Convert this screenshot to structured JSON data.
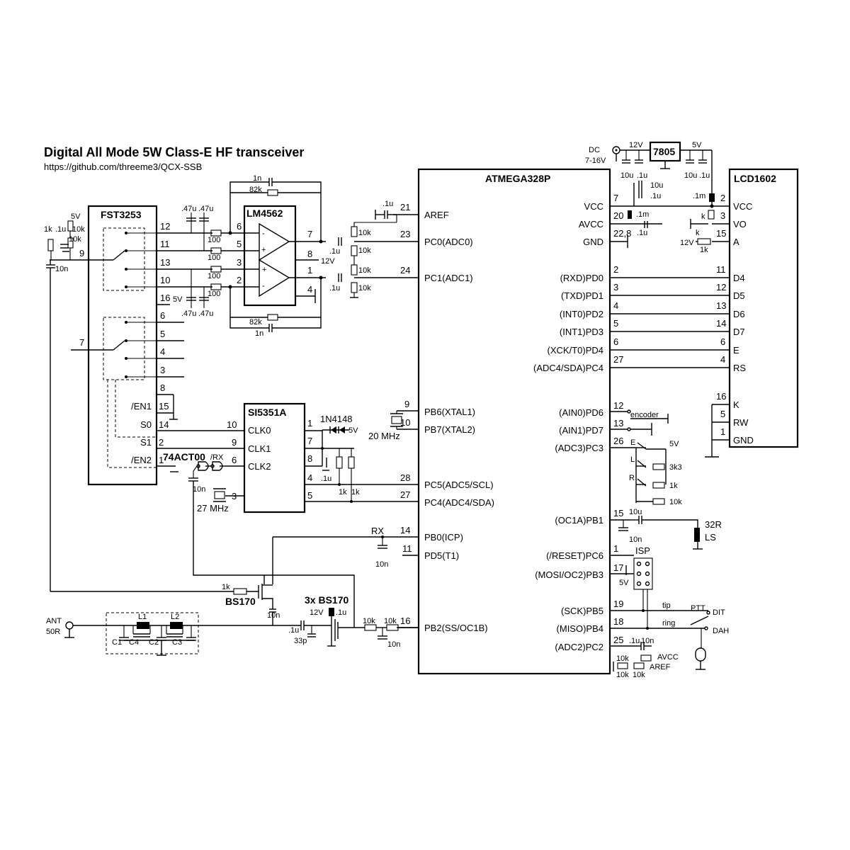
{
  "title": "Digital All Mode 5W Class-E HF transceiver",
  "url": "https://github.com/threeme3/QCX-SSB",
  "chips": {
    "mcu": {
      "name": "ATMEGA328P",
      "left_pins": [
        {
          "num": "21",
          "name": "AREF"
        },
        {
          "num": "23",
          "name": "PC0(ADC0)"
        },
        {
          "num": "24",
          "name": "PC1(ADC1)"
        },
        {
          "num": "9",
          "name": "PB6(XTAL1)"
        },
        {
          "num": "10",
          "name": "PB7(XTAL2)"
        },
        {
          "num": "28",
          "name": "PC5(ADC5/SCL)"
        },
        {
          "num": "27",
          "name": "PC4(ADC4/SDA)"
        },
        {
          "num": "14",
          "name": "PB0(ICP)"
        },
        {
          "num": "11",
          "name": "PD5(T1)"
        },
        {
          "num": "16",
          "name": "PB2(SS/OC1B)"
        }
      ],
      "right_pins": [
        {
          "num": "7",
          "name": "VCC"
        },
        {
          "num": "20",
          "name": "AVCC"
        },
        {
          "num": "22,8",
          "name": "GND"
        },
        {
          "num": "2",
          "name": "(RXD)PD0"
        },
        {
          "num": "3",
          "name": "(TXD)PD1"
        },
        {
          "num": "4",
          "name": "(INT0)PD2"
        },
        {
          "num": "5",
          "name": "(INT1)PD3"
        },
        {
          "num": "6",
          "name": "(XCK/T0)PD4"
        },
        {
          "num": "27",
          "name": "(ADC4/SDA)PC4"
        },
        {
          "num": "12",
          "name": "(AIN0)PD6"
        },
        {
          "num": "13",
          "name": "(AIN1)PD7"
        },
        {
          "num": "26",
          "name": "(ADC3)PC3"
        },
        {
          "num": "15",
          "name": "(OC1A)PB1"
        },
        {
          "num": "1",
          "name": "(/RESET)PC6"
        },
        {
          "num": "17",
          "name": "(MOSI/OC2)PB3"
        },
        {
          "num": "19",
          "name": "(SCK)PB5"
        },
        {
          "num": "18",
          "name": "(MISO)PB4"
        },
        {
          "num": "25",
          "name": "(ADC2)PC2"
        }
      ]
    },
    "lcd": {
      "name": "LCD1602",
      "pins": [
        {
          "num": "2",
          "name": "VCC"
        },
        {
          "num": "3",
          "name": "VO"
        },
        {
          "num": "15",
          "name": "A"
        },
        {
          "num": "11",
          "name": "D4"
        },
        {
          "num": "12",
          "name": "D5"
        },
        {
          "num": "13",
          "name": "D6"
        },
        {
          "num": "14",
          "name": "D7"
        },
        {
          "num": "6",
          "name": "E"
        },
        {
          "num": "4",
          "name": "RS"
        },
        {
          "num": "16",
          "name": "K"
        },
        {
          "num": "5",
          "name": "RW"
        },
        {
          "num": "1",
          "name": "GND"
        }
      ]
    },
    "fst": {
      "name": "FST3253",
      "pins": [
        {
          "num": "12"
        },
        {
          "num": "11"
        },
        {
          "num": "13"
        },
        {
          "num": "10"
        },
        {
          "num": "16"
        },
        {
          "num": "6"
        },
        {
          "num": "5"
        },
        {
          "num": "4"
        },
        {
          "num": "3"
        },
        {
          "num": "8"
        },
        {
          "num": "15",
          "name": "/EN1"
        },
        {
          "num": "14",
          "name": "S0"
        },
        {
          "num": "2",
          "name": "S1"
        },
        {
          "num": "1",
          "name": "/EN2"
        }
      ],
      "left_pins": [
        "9",
        "7"
      ]
    },
    "opamp": {
      "name": "LM4562"
    },
    "si": {
      "name": "SI5351A",
      "left_pins": [
        {
          "num": "10",
          "name": "CLK0"
        },
        {
          "num": "9",
          "name": "CLK1"
        },
        {
          "num": "6",
          "name": "CLK2"
        },
        {
          "num": "3"
        }
      ],
      "right_pins": [
        "1",
        "7",
        "8",
        "4",
        "5"
      ]
    },
    "reg": {
      "name": "7805"
    }
  },
  "labels": {
    "dc": "DC",
    "dc_range": "7-16V",
    "v12": "12V",
    "v5": "5V",
    "cap_10u": "10u",
    "cap_01u": ".1u",
    "cap_1m": ".1m",
    "cap_1m_lcd": ".1m",
    "r_k": "k",
    "r_1k": "1k",
    "cap_1n": "1n",
    "r_82k": "82k",
    "cap_47u": ".47u",
    "cap_47u2": ".47u",
    "r_100": "100",
    "r_10k": "10k",
    "cap_10n": "10n",
    "diode": "1N4148",
    "xtal20": "20 MHz",
    "xtal27": "27 MHz",
    "gate": "74ACT00",
    "rx_bar": "/RX",
    "rx": "RX",
    "mosfet": "BS170",
    "mosfet3x": "3x BS170",
    "ant": "ANT",
    "ohm50": "50R",
    "L1": "L1",
    "L2": "L2",
    "C1": "C1",
    "C2": "C2",
    "C3": "C3",
    "C4": "C4",
    "cap_33p": "33p",
    "encoder": "encoder",
    "E": "E",
    "L": "L",
    "R": "R",
    "r_3k3": "3k3",
    "spk": "32R",
    "ls": "LS",
    "isp": "ISP",
    "tip": "tip",
    "ring": "ring",
    "ptt": "PTT",
    "dit": "DIT",
    "dah": "DAH",
    "avcc": "AVCC",
    "aref": "AREF",
    "v12_lcd": "12V"
  }
}
